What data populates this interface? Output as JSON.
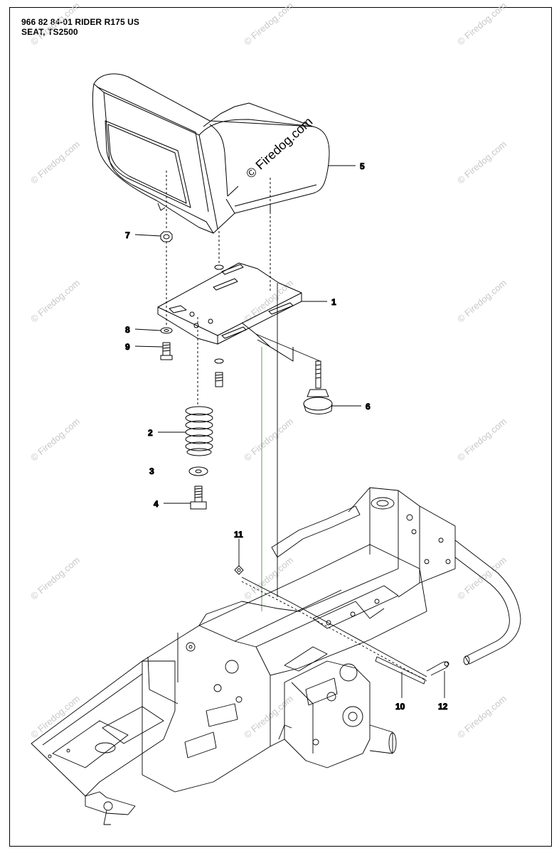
{
  "header": {
    "line1": "966 82 84-01 RIDER R175 US",
    "line2": "SEAT, TS2500"
  },
  "watermark": {
    "text": "© Firedog.com"
  },
  "callouts": {
    "c1": "1",
    "c2": "2",
    "c3": "3",
    "c4": "4",
    "c5": "5",
    "c6": "6",
    "c7": "7",
    "c8": "8",
    "c9": "9",
    "c10": "10",
    "c11": "11",
    "c12": "12"
  },
  "colors": {
    "line": "#000000",
    "guide_green": "#2e8b2e",
    "watermark": "#c8c8c8"
  }
}
